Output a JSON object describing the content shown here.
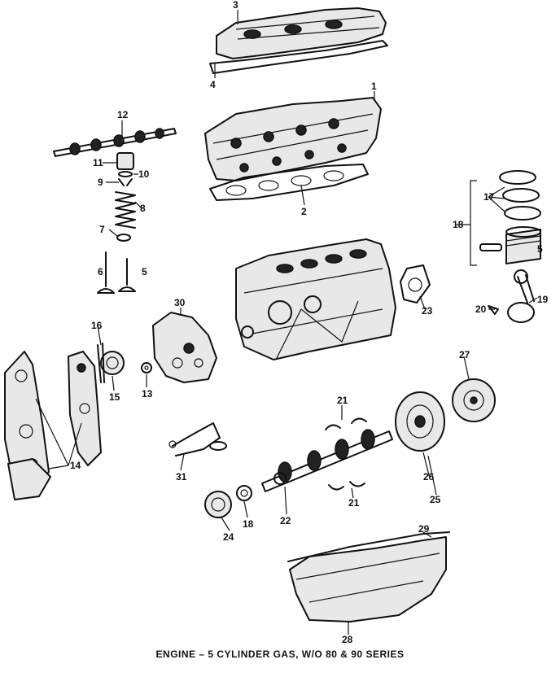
{
  "caption": "ENGINE – 5 CYLINDER GAS, W/O 80 & 90 SERIES",
  "callouts": {
    "c1": "1",
    "c2": "2",
    "c3": "3",
    "c4": "4",
    "c5a": "5",
    "c5b": "5",
    "c6": "6",
    "c7": "7",
    "c8": "8",
    "c9": "9",
    "c10": "10",
    "c11": "11",
    "c12": "12",
    "c13": "13",
    "c14": "14",
    "c15": "15",
    "c16": "16",
    "c17": "17",
    "c18a": "18",
    "c18b": "18",
    "c19": "19",
    "c20": "20",
    "c21a": "21",
    "c21b": "21",
    "c22": "22",
    "c23": "23",
    "c24": "24",
    "c25": "25",
    "c26": "26",
    "c27": "27",
    "c28": "28",
    "c29": "29",
    "c30": "30",
    "c31": "31"
  }
}
